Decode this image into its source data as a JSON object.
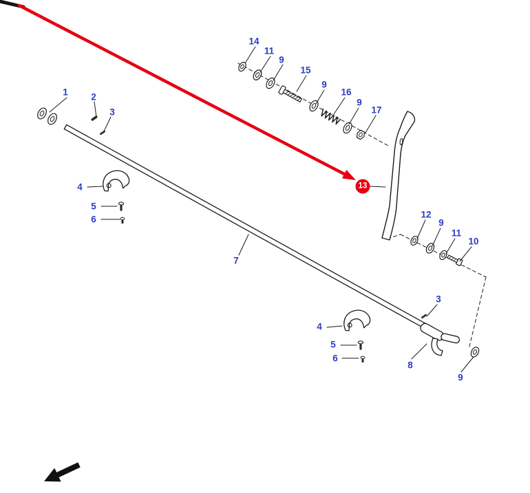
{
  "colors": {
    "callout_blue": "#2a3cc4",
    "highlight_red": "#e60012",
    "line_black": "#1a1a1a"
  },
  "badge": {
    "label": "13"
  },
  "callouts": {
    "c1": "1",
    "c2": "2",
    "c3a": "3",
    "c4a": "4",
    "c5a": "5",
    "c6a": "6",
    "c7": "7",
    "c8": "8",
    "c9a": "9",
    "c9b": "9",
    "c9c": "9",
    "c9d": "9",
    "c9e": "9",
    "c10": "10",
    "c11a": "11",
    "c11b": "11",
    "c12": "12",
    "c14": "14",
    "c15": "15",
    "c16": "16",
    "c17": "17",
    "c3b": "3",
    "c4b": "4",
    "c5b": "5",
    "c6b": "6"
  }
}
